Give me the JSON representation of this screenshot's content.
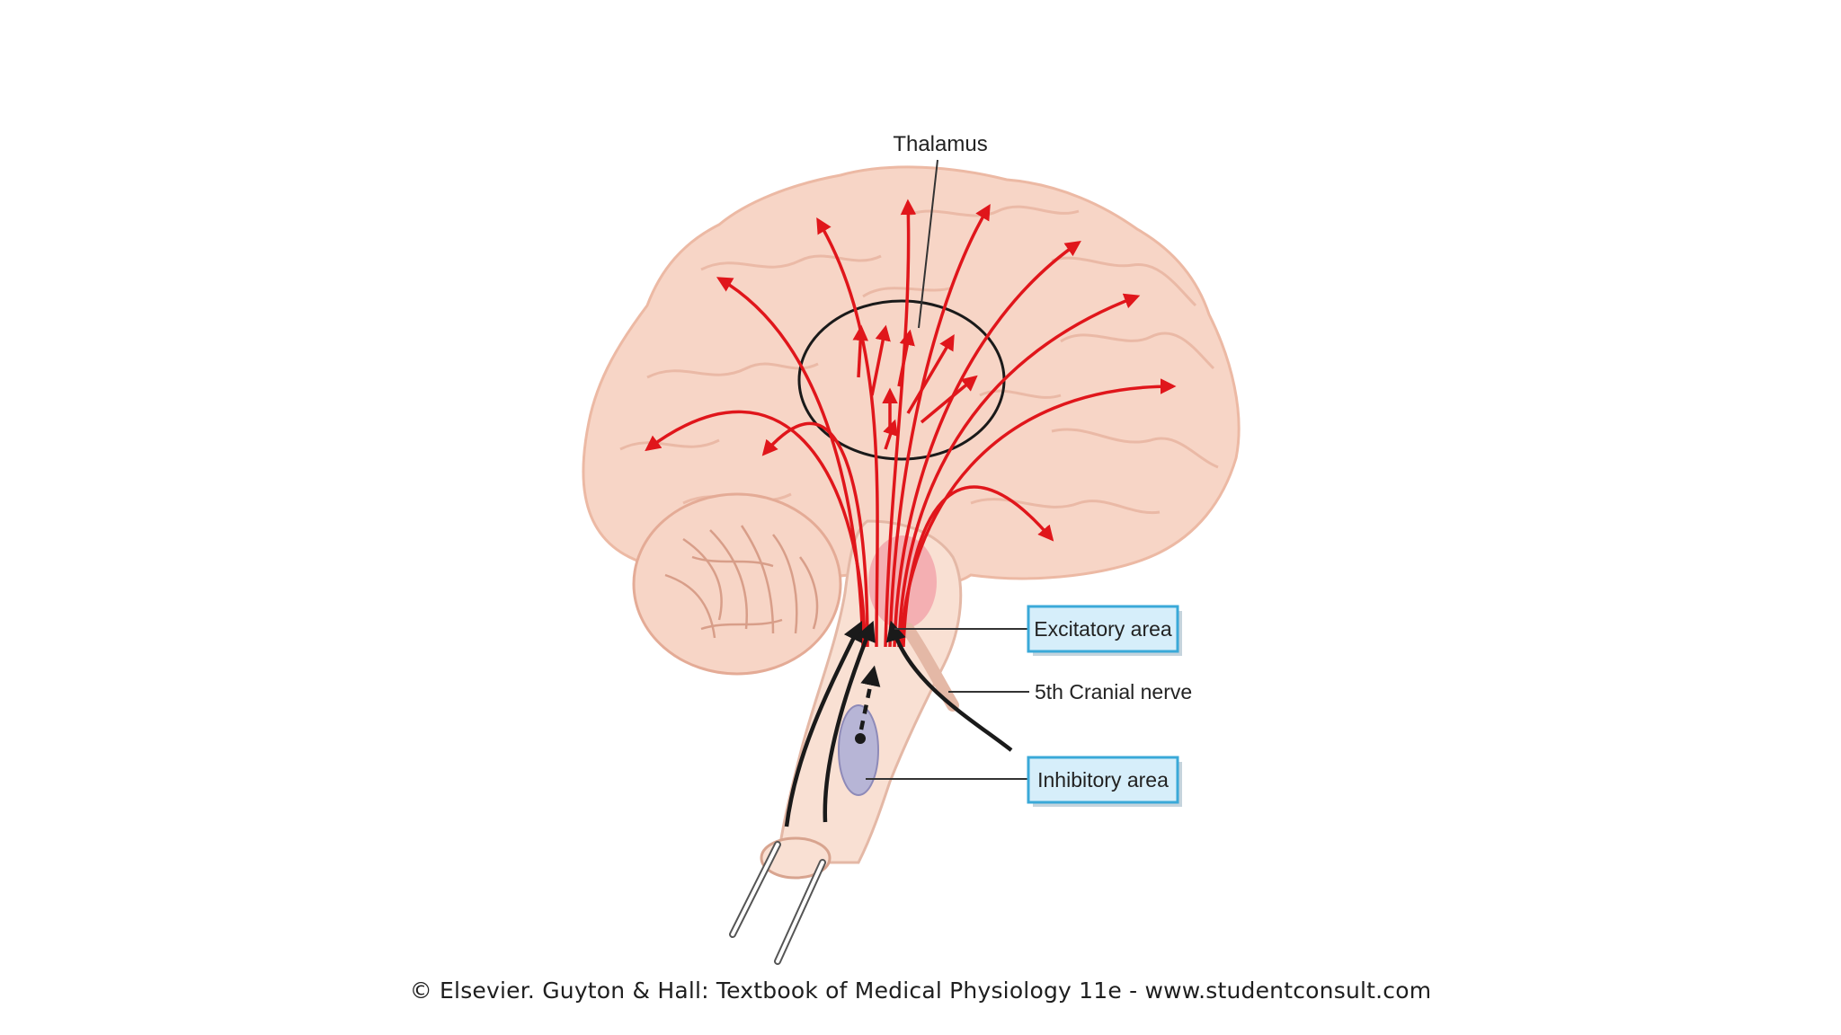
{
  "diagram": {
    "labels": {
      "thalamus": "Thalamus",
      "excitatory_area": "Excitatory area",
      "cranial_nerve": "5th Cranial nerve",
      "inhibitory_area": "Inhibitory area"
    },
    "copyright": "© Elsevier. Guyton & Hall: Textbook of Medical Physiology 11e - www.studentconsult.com",
    "colors": {
      "brain_fill": "#f7d5c6",
      "brain_stroke": "#ecb9a4",
      "projection_arrows": "#e0161b",
      "ascending_fibers": "#1a1a1a",
      "excitatory_area": "#f3a6ab",
      "inhibitory_area": "#b7b5d6",
      "label_box_fill": "#d6eefa",
      "label_box_border": "#3aa9d8"
    }
  }
}
